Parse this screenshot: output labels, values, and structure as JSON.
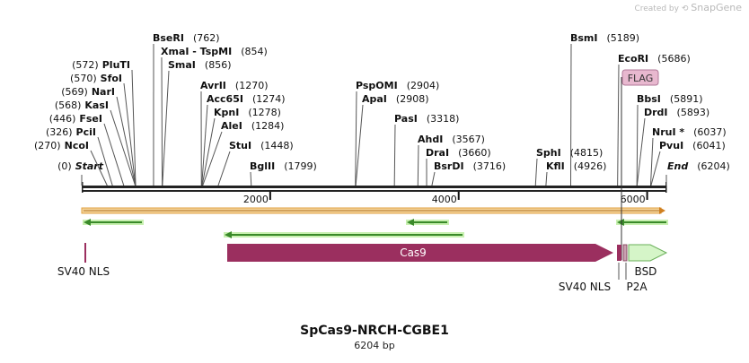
{
  "watermark": {
    "text": "Created by",
    "brand": "SnapGene"
  },
  "plasmid": {
    "name": "SpCas9-NRCH-CGBE1",
    "size_label": "6204 bp",
    "length": 6204
  },
  "ruler": {
    "ticks": [
      {
        "pos": 2000,
        "label": "2000"
      },
      {
        "pos": 4000,
        "label": "4000"
      },
      {
        "pos": 6000,
        "label": "6000"
      }
    ]
  },
  "sites": [
    {
      "name": "Start",
      "pos": 0,
      "pos_label": "(0)",
      "italic": true
    },
    {
      "name": "NcoI",
      "pos": 270,
      "pos_label": "(270)"
    },
    {
      "name": "PciI",
      "pos": 326,
      "pos_label": "(326)"
    },
    {
      "name": "FseI",
      "pos": 446,
      "pos_label": "(446)"
    },
    {
      "name": "KasI",
      "pos": 568,
      "pos_label": "(568)"
    },
    {
      "name": "NarI",
      "pos": 569,
      "pos_label": "(569)"
    },
    {
      "name": "SfoI",
      "pos": 570,
      "pos_label": "(570)"
    },
    {
      "name": "PluTI",
      "pos": 572,
      "pos_label": "(572)"
    },
    {
      "name": "BseRI",
      "pos": 762,
      "pos_label": "(762)"
    },
    {
      "name": "XmaI  - TspMI",
      "pos": 854,
      "pos_label": "(854)"
    },
    {
      "name": "SmaI",
      "pos": 856,
      "pos_label": "(856)"
    },
    {
      "name": "AvrII",
      "pos": 1270,
      "pos_label": "(1270)"
    },
    {
      "name": "Acc65I",
      "pos": 1274,
      "pos_label": "(1274)"
    },
    {
      "name": "KpnI",
      "pos": 1278,
      "pos_label": "(1278)"
    },
    {
      "name": "AleI",
      "pos": 1284,
      "pos_label": "(1284)"
    },
    {
      "name": "StuI",
      "pos": 1448,
      "pos_label": "(1448)"
    },
    {
      "name": "BglII",
      "pos": 1799,
      "pos_label": "(1799)"
    },
    {
      "name": "PspOMI",
      "pos": 2904,
      "pos_label": "(2904)"
    },
    {
      "name": "ApaI",
      "pos": 2908,
      "pos_label": "(2908)"
    },
    {
      "name": "PasI",
      "pos": 3318,
      "pos_label": "(3318)"
    },
    {
      "name": "AhdI",
      "pos": 3567,
      "pos_label": "(3567)"
    },
    {
      "name": "DraI",
      "pos": 3660,
      "pos_label": "(3660)"
    },
    {
      "name": "BsrDI",
      "pos": 3716,
      "pos_label": "(3716)"
    },
    {
      "name": "SphI",
      "pos": 4815,
      "pos_label": "(4815)"
    },
    {
      "name": "KflI",
      "pos": 4926,
      "pos_label": "(4926)"
    },
    {
      "name": "BsmI",
      "pos": 5189,
      "pos_label": "(5189)"
    },
    {
      "name": "EcoRI",
      "pos": 5686,
      "pos_label": "(5686)"
    },
    {
      "name": "BbsI",
      "pos": 5891,
      "pos_label": "(5891)"
    },
    {
      "name": "DrdI",
      "pos": 5893,
      "pos_label": "(5893)"
    },
    {
      "name": "NruI *",
      "pos": 6037,
      "pos_label": "(6037)"
    },
    {
      "name": "PvuI",
      "pos": 6041,
      "pos_label": "(6041)"
    },
    {
      "name": "End",
      "pos": 6204,
      "pos_label": "(6204)",
      "italic": true
    }
  ],
  "features": [
    {
      "name": "FLAG",
      "start": 5698,
      "end": 5722,
      "color": "#e8b8cf"
    },
    {
      "name": "Cas9",
      "start": 1500,
      "end": 5640,
      "color": "#9b2f5f"
    },
    {
      "name": "SV40 NLS",
      "start": 30,
      "end": 60,
      "color": "#9b2f5f"
    },
    {
      "name": "SV40 NLS",
      "start": 5630,
      "end": 5680,
      "color": "#9b2f5f"
    },
    {
      "name": "P2A",
      "start": 5700,
      "end": 5760,
      "color": "#c9a0b0"
    },
    {
      "name": "BSD",
      "start": 5770,
      "end": 6180,
      "color": "#d5f5c8"
    }
  ],
  "colors": {
    "orf_band": "#f5d49a",
    "orf_border": "#e0a040",
    "orf_arrow": "#d08020",
    "primer_bar": "#c8f0b0",
    "primer_arrow": "#3a8a2a",
    "backbone": "#222222"
  }
}
